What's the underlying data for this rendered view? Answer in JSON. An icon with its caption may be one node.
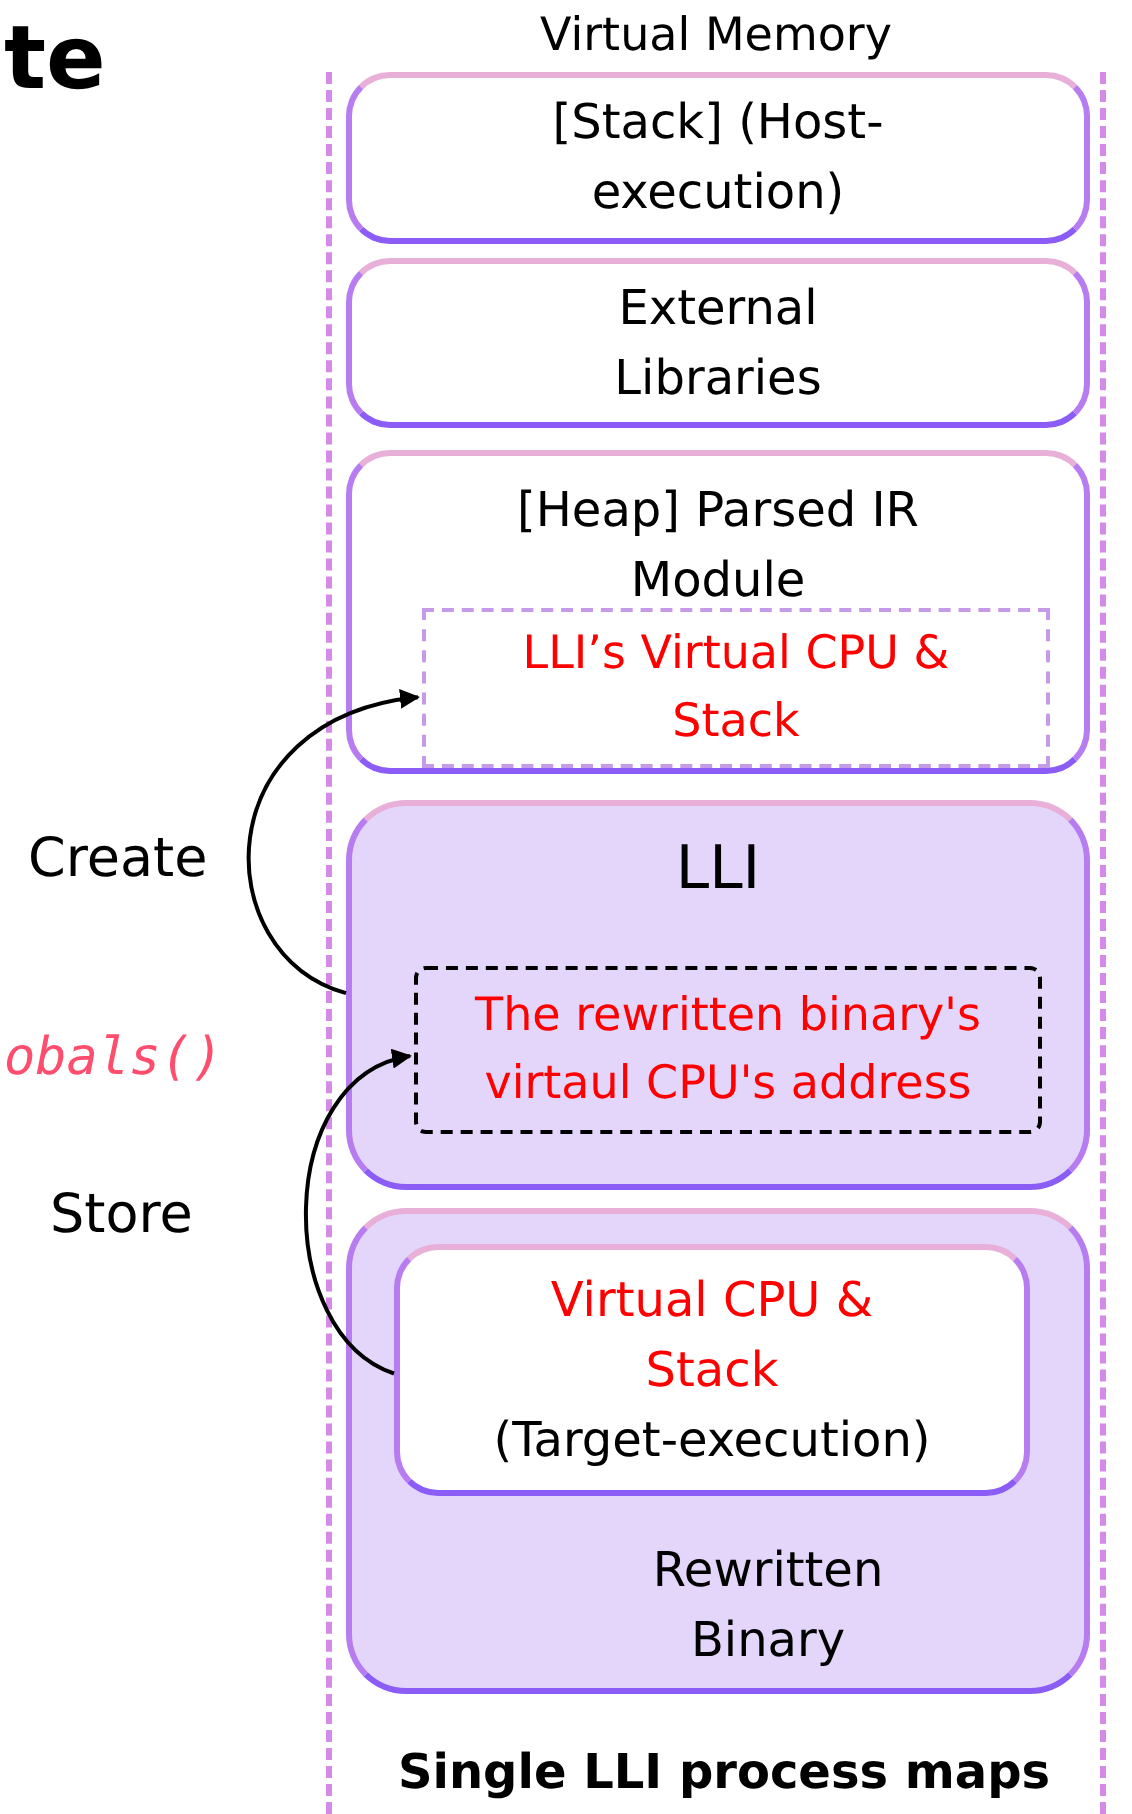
{
  "diagram": {
    "nodes": [
      {
        "text": [
          "Virtual Memory",
          "Single LLI process maps"
        ]
      },
      {
        "text": [
          "[Stack] (Host-execution)"
        ],
        "in": 0
      },
      {
        "text": [
          "External Libraries"
        ],
        "in": 0
      },
      {
        "text": [
          "[Heap] Parsed IR Module"
        ],
        "in": 0
      },
      {
        "text": [
          "LLI’s Virtual CPU & Stack"
        ],
        "in": 3
      },
      {
        "text": [
          "LLI"
        ],
        "in": 0
      },
      {
        "text": [
          "The rewritten binary's virtaul CPU's address"
        ],
        "in": 5
      },
      {
        "text": [
          "Rewritten Binary"
        ],
        "in": 0
      },
      {
        "text": [
          "Virtual CPU & Stack",
          "(Target-execution)"
        ],
        "in": 7
      }
    ],
    "edges": [
      {
        "from": 5,
        "to": 4,
        "arrow": "to",
        "label": "Create"
      },
      {
        "from": 8,
        "to": 6,
        "arrow": "to",
        "label": "Store"
      }
    ],
    "labels": [
      "te",
      "obals()"
    ]
  }
}
